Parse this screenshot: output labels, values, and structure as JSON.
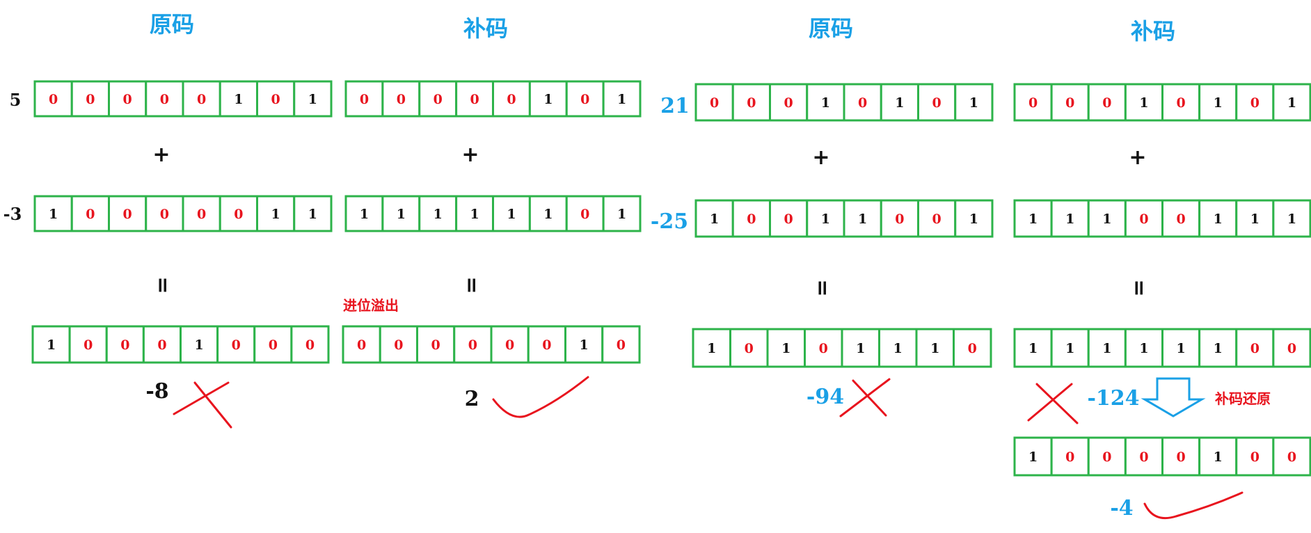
{
  "headers": [
    "原码",
    "补码",
    "原码",
    "补码"
  ],
  "rows": [
    {
      "label": "5",
      "bits": "00000101",
      "tone": "black"
    },
    {
      "label": "",
      "bits": "00000101",
      "tone": "black"
    },
    {
      "label": "-3",
      "bits": "10000011",
      "tone": "black"
    },
    {
      "label": "",
      "bits": "11111101",
      "tone": "black"
    },
    {
      "label": "",
      "bits": "10001000",
      "tone": "black"
    },
    {
      "label": "",
      "bits": "00000010",
      "tone": "black"
    },
    {
      "label": "21",
      "bits": "00010101",
      "tone": "blue"
    },
    {
      "label": "",
      "bits": "00010101",
      "tone": "blue"
    },
    {
      "label": "-25",
      "bits": "10011001",
      "tone": "blue"
    },
    {
      "label": "",
      "bits": "11100111",
      "tone": "blue"
    },
    {
      "label": "",
      "bits": "10101110",
      "tone": "blue"
    },
    {
      "label": "",
      "bits": "11111100",
      "tone": "blue"
    },
    {
      "label": "",
      "bits": "10000100",
      "tone": "blue"
    }
  ],
  "operators": {
    "plus": "+",
    "equals": "="
  },
  "results": [
    "-8",
    "2",
    "-94",
    "-124",
    "-4"
  ],
  "notes": {
    "overflow": "进位溢出",
    "restore": "补码还原"
  },
  "colors": {
    "accent_blue": "#1aa0e6",
    "grid_green": "#2db34a",
    "red": "#e8141e",
    "black": "#111111"
  }
}
